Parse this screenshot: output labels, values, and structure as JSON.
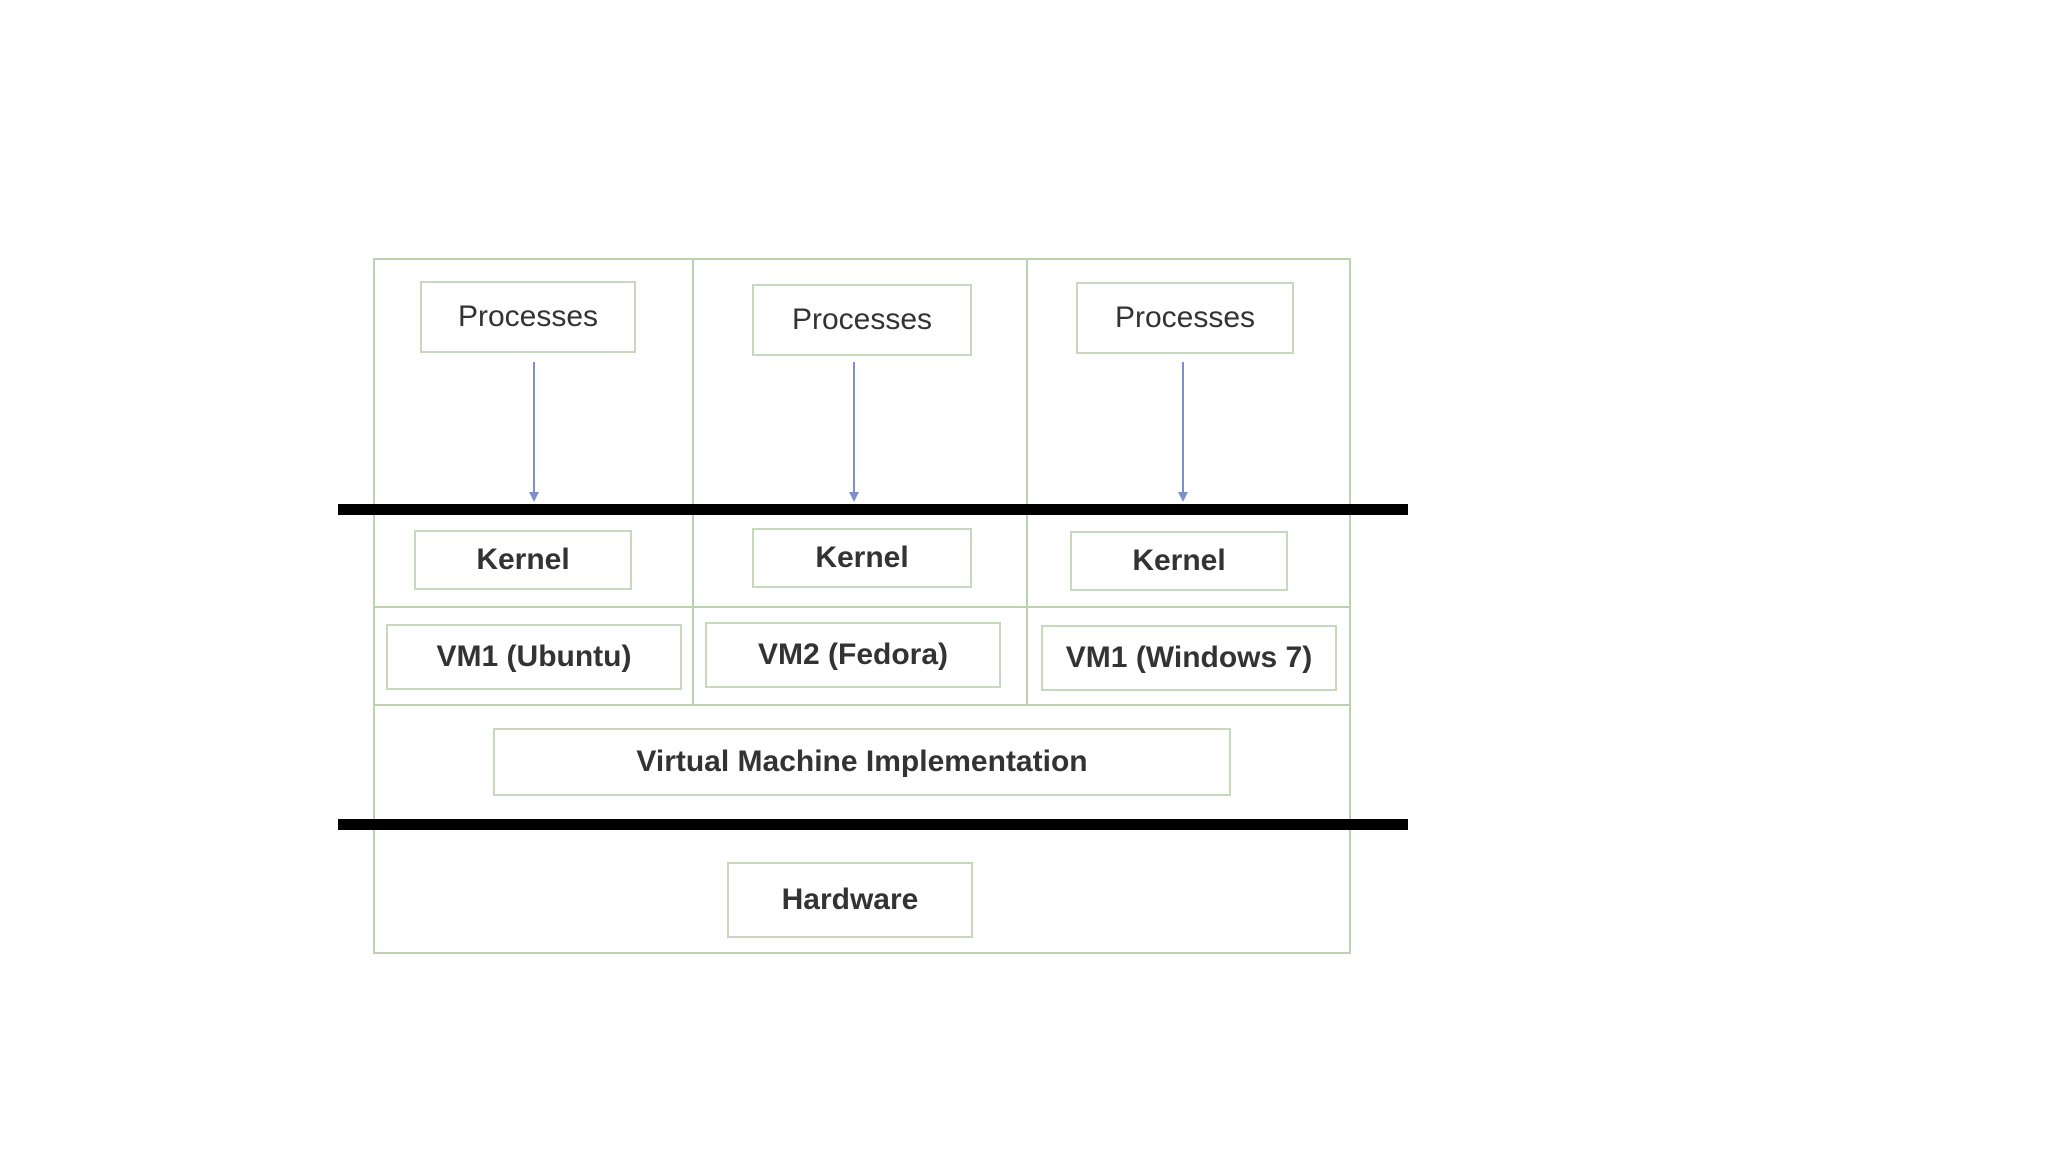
{
  "diagram": {
    "columns": [
      {
        "processes": "Processes",
        "kernel": "Kernel",
        "vm": "VM1 (Ubuntu)"
      },
      {
        "processes": "Processes",
        "kernel": "Kernel",
        "vm": "VM2 (Fedora)"
      },
      {
        "processes": "Processes",
        "kernel": "Kernel",
        "vm": "VM1 (Windows 7)"
      }
    ],
    "vm_implementation": "Virtual Machine Implementation",
    "hardware": "Hardware",
    "colors": {
      "border": "#b9d3ae",
      "box_border": "#c6d9bc",
      "arrow": "#7f8fc9",
      "separator": "#000000",
      "text": "#333333"
    }
  }
}
